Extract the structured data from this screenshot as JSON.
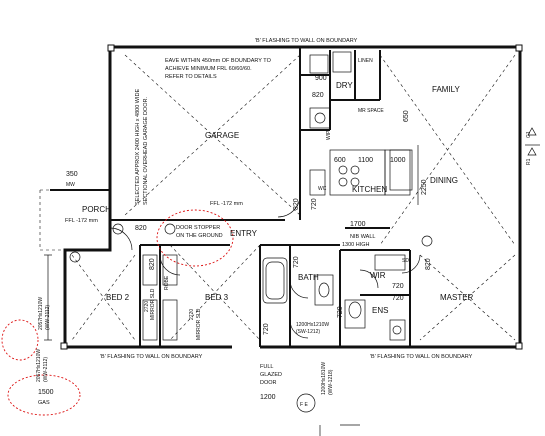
{
  "rooms": {
    "garage": "GARAGE",
    "family": "FAMILY",
    "dining": "DINING",
    "kitchen": "KITCHEN",
    "entry": "ENTRY",
    "porch": "PORCH",
    "bed2": "BED 2",
    "bed3": "BED 3",
    "bath": "BATH",
    "wir": "WIR",
    "ens": "ENS",
    "master": "MASTER",
    "dry": "DRY",
    "linen": "LINEN",
    "wc": "WC"
  },
  "notes": {
    "flashing_top": "'B' FLASHING TO WALL ON BOUNDARY",
    "flashing_bottom_left": "'B' FLASHING TO WALL ON BOUNDARY",
    "flashing_bottom_right": "'B' FLASHING TO WALL ON BOUNDARY",
    "eave_line1": "EAVE WITHIN 450mm OF BOUNDARY TO",
    "eave_line2": "ACHIEVE MINIMUM FRL 60/60/60.",
    "eave_line3": "REFER TO DETAILS",
    "garage_door_line1": "SELECTED APPROX 2400 HIGH x 4800 WIDE",
    "garage_door_line2": "SECTIONAL OVERHEAD GARAGE DOOR.",
    "door_stopper_line1": "DOOR STOPPER",
    "door_stopper_line2": "ON THE GROUND",
    "nib_wall": "NIB WALL",
    "nib_height": "1300 HIGH",
    "ffl_garage": "FFL -172 mm",
    "ffl_porch": "FFL -172 mm",
    "full_glazed_line1": "FULL",
    "full_glazed_line2": "GLAZED",
    "full_glazed_line3": "DOOR",
    "gas": "GAS",
    "mw": "MW",
    "fe": "F E",
    "robe": "ROBE",
    "mirror_sld_1": "MIRROR SLD",
    "mirror_sld_2": "MIRROR SLD",
    "mr_space": "MR SPACE",
    "sd": "SD",
    "wip": "WIP"
  },
  "dimensions": {
    "d900": "900",
    "d820a": "820",
    "d650": "650",
    "d600": "600",
    "d1100": "1100",
    "d1000": "1000",
    "d2250": "2250",
    "d1700": "1700",
    "d720a": "720",
    "d720b": "720",
    "d720c": "720",
    "d720d": "720",
    "d720e": "720",
    "d720f": "720",
    "d820b": "820",
    "d820c": "820",
    "d820d": "820",
    "d820e": "820",
    "d350": "350",
    "d2720a": "2720",
    "d2720b": "2720",
    "d1500": "1500",
    "d1200": "1200",
    "win_a": "2057Hx1210W",
    "win_a_code": "(WW-2112)",
    "win_b": "2057Hx1210W",
    "win_b_code": "(WW-2112)",
    "win_c": "1200Hx1210W",
    "win_c_code": "(SW-1212)",
    "win_d": "1200Hx1810W",
    "win_d_code": "(WW-1218)",
    "rl": "R1",
    "gl": "G1"
  }
}
